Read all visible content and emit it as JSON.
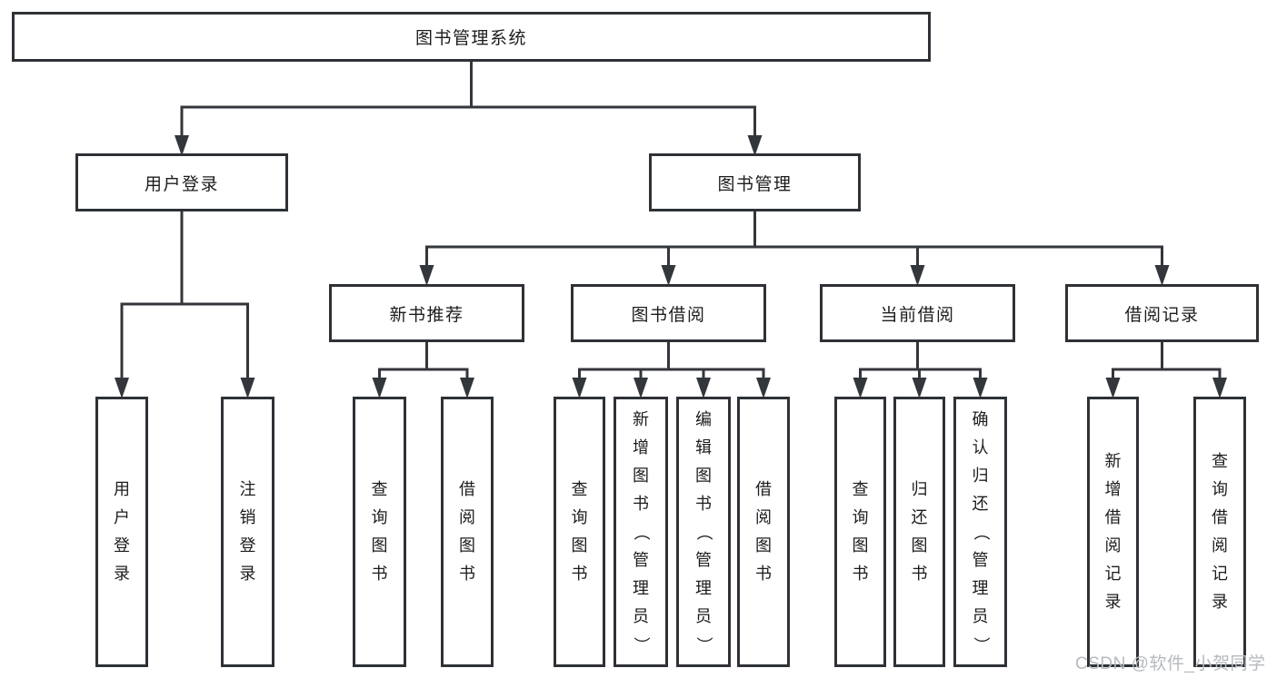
{
  "tree": {
    "label": "图书管理系统",
    "children": [
      {
        "label": "用户登录",
        "children": [
          {
            "label": "用户登录"
          },
          {
            "label": "注销登录"
          }
        ]
      },
      {
        "label": "图书管理",
        "children": [
          {
            "label": "新书推荐",
            "children": [
              {
                "label": "查询图书"
              },
              {
                "label": "借阅图书"
              }
            ]
          },
          {
            "label": "图书借阅",
            "children": [
              {
                "label": "查询图书"
              },
              {
                "label": "新增图书（管理员）"
              },
              {
                "label": "编辑图书（管理员）"
              },
              {
                "label": "借阅图书"
              }
            ]
          },
          {
            "label": "当前借阅",
            "children": [
              {
                "label": "查询图书"
              },
              {
                "label": "归还图书"
              },
              {
                "label": "确认归还（管理员）"
              }
            ]
          },
          {
            "label": "借阅记录",
            "children": [
              {
                "label": "新增借阅记录"
              },
              {
                "label": "查询借阅记录"
              }
            ]
          }
        ]
      }
    ]
  },
  "watermark": "CSDN @软件_小贺同学",
  "colors": {
    "line": "#33363b",
    "box_border": "#2e3136",
    "text": "#1b1c1e",
    "watermark": "#b6babe",
    "background": "#ffffff"
  }
}
